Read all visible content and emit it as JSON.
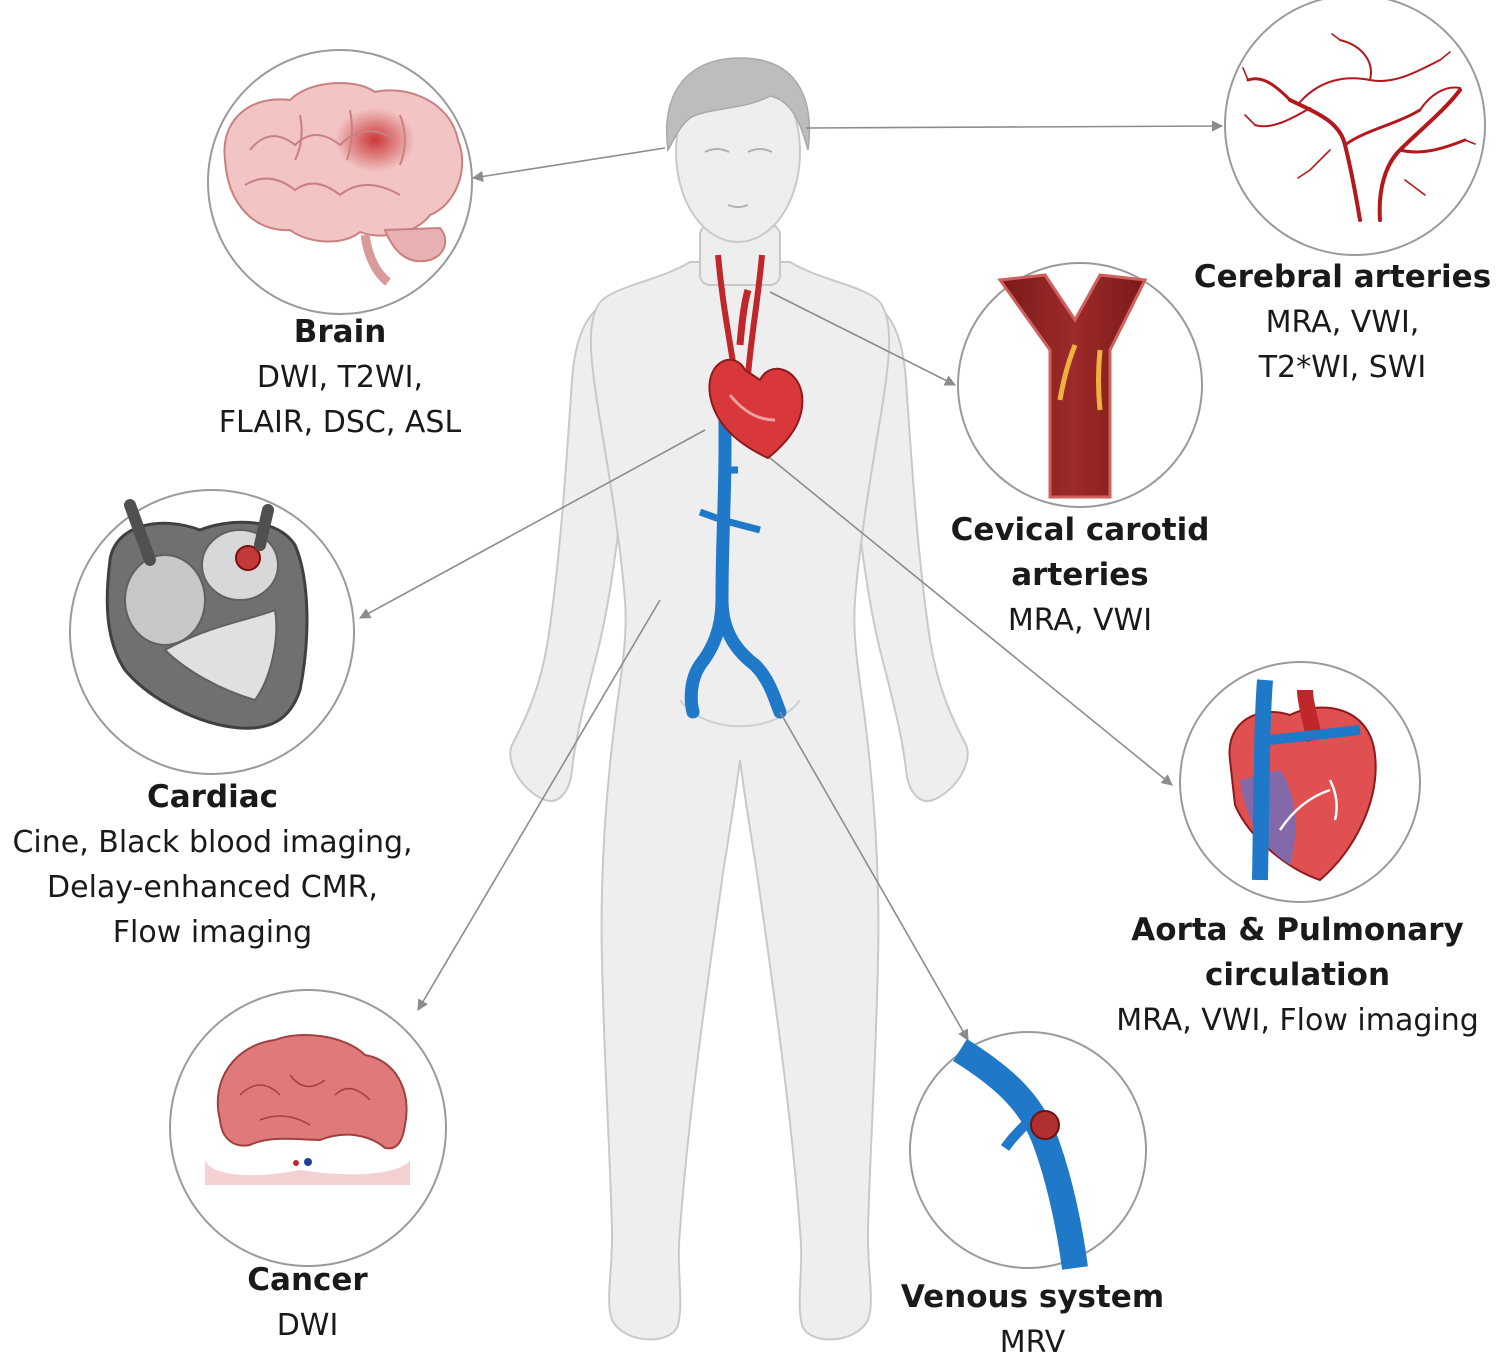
{
  "colors": {
    "body_fill": "#eeeeee",
    "body_stroke": "#c9c9c9",
    "hair": "#bdbdbd",
    "artery": "#c0262c",
    "vein": "#1f78c8",
    "circle_stroke": "#9a9a9a",
    "arrow": "#8c8c8c",
    "brain": "#f2c4c4"
  },
  "labels": {
    "brain": {
      "title": "Brain",
      "lines": [
        "DWI, T2WI,",
        "FLAIR, DSC, ASL"
      ]
    },
    "cerebral_arteries": {
      "title": "Cerebral arteries",
      "lines": [
        "MRA, VWI,",
        "T2*WI, SWI"
      ]
    },
    "carotid": {
      "title_lines": [
        "Cevical carotid",
        "arteries"
      ],
      "lines": [
        "MRA, VWI"
      ]
    },
    "cardiac": {
      "title": "Cardiac",
      "lines": [
        "Cine, Black blood imaging,",
        "Delay-enhanced CMR,",
        "Flow imaging"
      ]
    },
    "aorta": {
      "title_lines": [
        "Aorta & Pulmonary",
        "circulation"
      ],
      "lines": [
        "MRA, VWI, Flow imaging"
      ]
    },
    "cancer": {
      "title": "Cancer",
      "lines": [
        "DWI"
      ]
    },
    "venous": {
      "title": "Venous system",
      "lines": [
        "MRV"
      ]
    }
  }
}
